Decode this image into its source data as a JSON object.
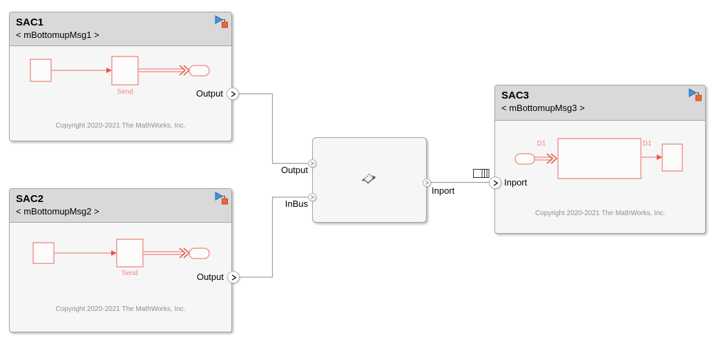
{
  "app": {
    "type": "simulink-block-diagram"
  },
  "colors": {
    "canvas_bg": "#ffffff",
    "block_header": "#d9d9d9",
    "block_body": "#f6f6f6",
    "block_border": "#a3a3a3",
    "diagram_red": "#f0867e",
    "arrow_red": "#e5584b",
    "wire_gray": "#9e9e9e",
    "copyright_gray": "#8f8f8f",
    "badge_blue": "#4a90d9",
    "badge_orange": "#e9683b"
  },
  "sac1": {
    "title": "SAC1",
    "subtitle": "< mBottomupMsg1 >",
    "send_label": "Send",
    "copyright": "Copyright 2020-2021 The MathWorks, Inc.",
    "output_port_label": "Output"
  },
  "sac2": {
    "title": "SAC2",
    "subtitle": "< mBottomupMsg2 >",
    "send_label": "Send",
    "copyright": "Copyright 2020-2021 The MathWorks, Inc.",
    "output_port_label": "Output"
  },
  "sac3": {
    "title": "SAC3",
    "subtitle": "< mBottomupMsg3 >",
    "d1_in_label": "D1",
    "d1_out_label": "D1",
    "copyright": "Copyright 2020-2021 The MathWorks, Inc.",
    "inport_port_label": "Inport"
  },
  "converter": {
    "input1_label": "Output",
    "input2_label": "InBus",
    "output_label": "Inport"
  }
}
